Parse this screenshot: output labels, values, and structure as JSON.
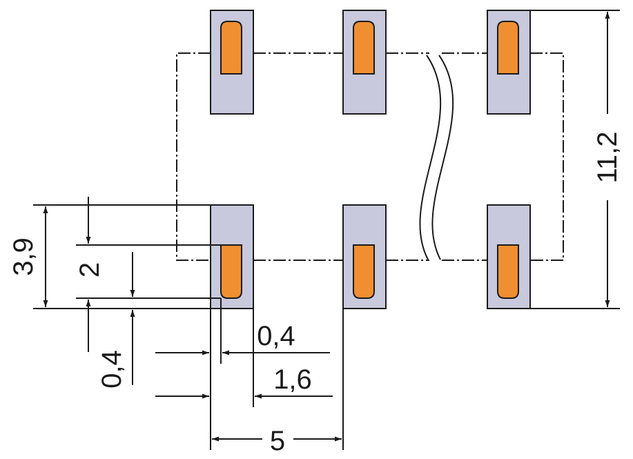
{
  "dimensions": {
    "height_total": "11,2",
    "pad_length": "3,9",
    "slot_length": "2",
    "slot_offset": "0,4",
    "slot_width": "0,4",
    "pad_width": "1,6",
    "pitch": "5"
  },
  "colors": {
    "pad": "#c8c9dc",
    "slot": "#f08f32",
    "line": "#1a1a1a"
  }
}
